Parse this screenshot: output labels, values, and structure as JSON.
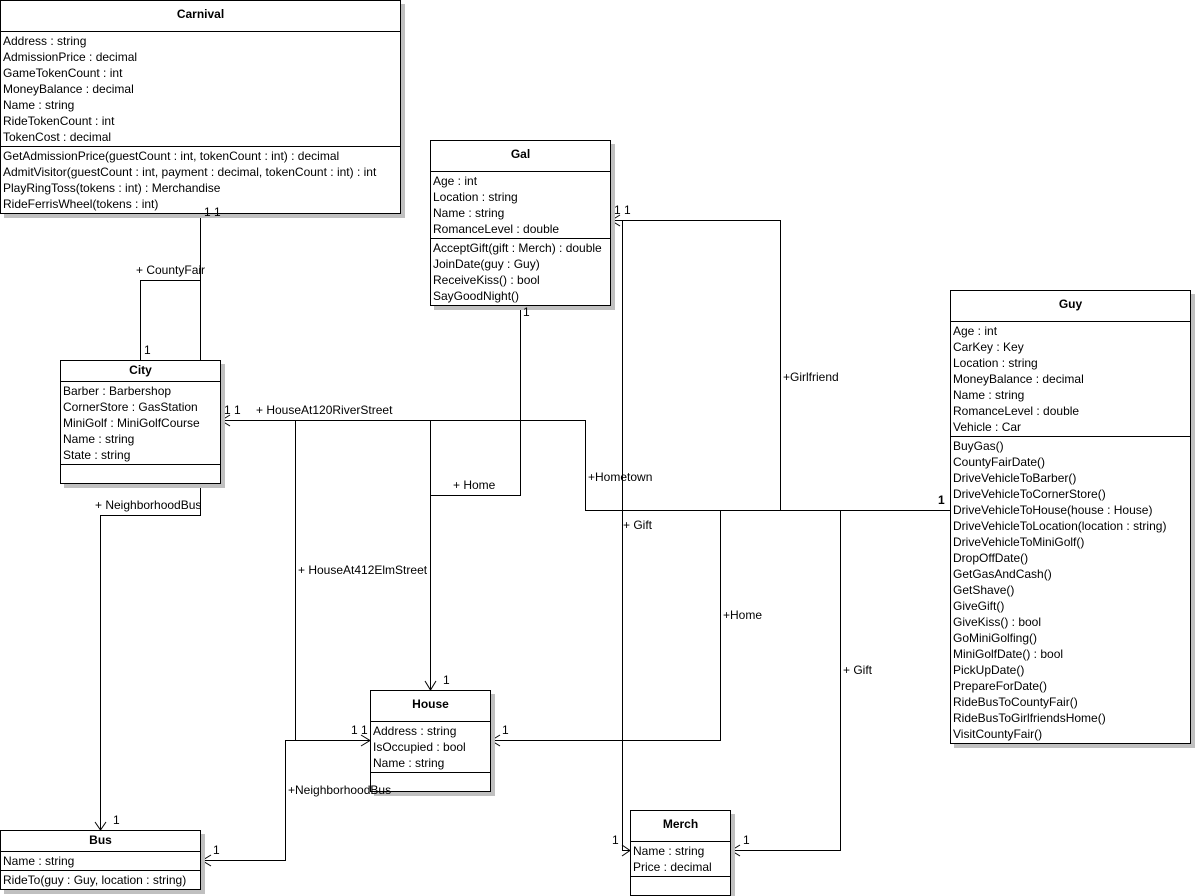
{
  "classes": {
    "carnival": {
      "name": "Carnival",
      "attributes": [
        "Address : string",
        "AdmissionPrice : decimal",
        "GameTokenCount : int",
        "MoneyBalance : decimal",
        "Name : string",
        "RideTokenCount : int",
        "TokenCost : decimal"
      ],
      "operations": [
        "GetAdmissionPrice(guestCount : int, tokenCount : int) : decimal",
        "AdmitVisitor(guestCount : int, payment : decimal, tokenCount : int) : int",
        "PlayRingToss(tokens : int) : Merchandise",
        "RideFerrisWheel(tokens : int)"
      ]
    },
    "gal": {
      "name": "Gal",
      "attributes": [
        "Age : int",
        "Location : string",
        "Name : string",
        "RomanceLevel : double"
      ],
      "operations": [
        "AcceptGift(gift : Merch) : double",
        "JoinDate(guy : Guy)",
        "ReceiveKiss() : bool",
        "SayGoodNight()"
      ]
    },
    "guy": {
      "name": "Guy",
      "attributes": [
        "Age : int",
        "CarKey : Key",
        "Location : string",
        "MoneyBalance : decimal",
        "Name : string",
        "RomanceLevel : double",
        "Vehicle : Car"
      ],
      "operations": [
        "BuyGas()",
        "CountyFairDate()",
        "DriveVehicleToBarber()",
        "DriveVehicleToCornerStore()",
        "DriveVehicleToHouse(house : House)",
        "DriveVehicleToLocation(location : string)",
        "DriveVehicleToMiniGolf()",
        "DropOffDate()",
        "GetGasAndCash()",
        "GetShave()",
        "GiveGift()",
        "GiveKiss() : bool",
        "GoMiniGolfing()",
        "MiniGolfDate() : bool",
        "PickUpDate()",
        "PrepareForDate()",
        "RideBusToCountyFair()",
        "RideBusToGirlfriendsHome()",
        "VisitCountyFair()"
      ]
    },
    "city": {
      "name": "City",
      "attributes": [
        "Barber : Barbershop",
        "CornerStore : GasStation",
        "MiniGolf : MiniGolfCourse",
        "Name : string",
        "State : string"
      ],
      "operations": []
    },
    "house": {
      "name": "House",
      "attributes": [
        "Address : string",
        "IsOccupied : bool",
        "Name : string"
      ],
      "operations": []
    },
    "bus": {
      "name": "Bus",
      "attributes": [
        "Name : string"
      ],
      "operations": [
        "RideTo(guy : Guy, location : string)"
      ]
    },
    "merch": {
      "name": "Merch",
      "attributes": [
        "Name : string",
        "Price : decimal"
      ],
      "operations": []
    }
  },
  "associations": {
    "county_fair": "+ CountyFair",
    "house_120_river": "+ HouseAt120RiverStreet",
    "house_412_elm": "+ HouseAt412ElmStreet",
    "neighborhood_bus_city": "+ NeighborhoodBus",
    "neighborhood_bus_house": "+NeighborhoodBus",
    "gal_home": "+ Home",
    "hometown": "+Hometown",
    "girlfriend": "+Girlfriend",
    "gal_gift": "+ Gift",
    "guy_home": "+Home",
    "guy_gift": "+ Gift"
  },
  "multiplicities": {
    "carnival_in": "1 1",
    "city_county_fair": "1",
    "city_in": "1 1",
    "gal_out": "1",
    "gal_in": "1 1",
    "guy_out": "1",
    "house_top": "1",
    "house_left": "1 1",
    "house_right": "1",
    "bus_top": "1",
    "bus_right": "1",
    "merch_left": "1",
    "merch_right": "1"
  }
}
